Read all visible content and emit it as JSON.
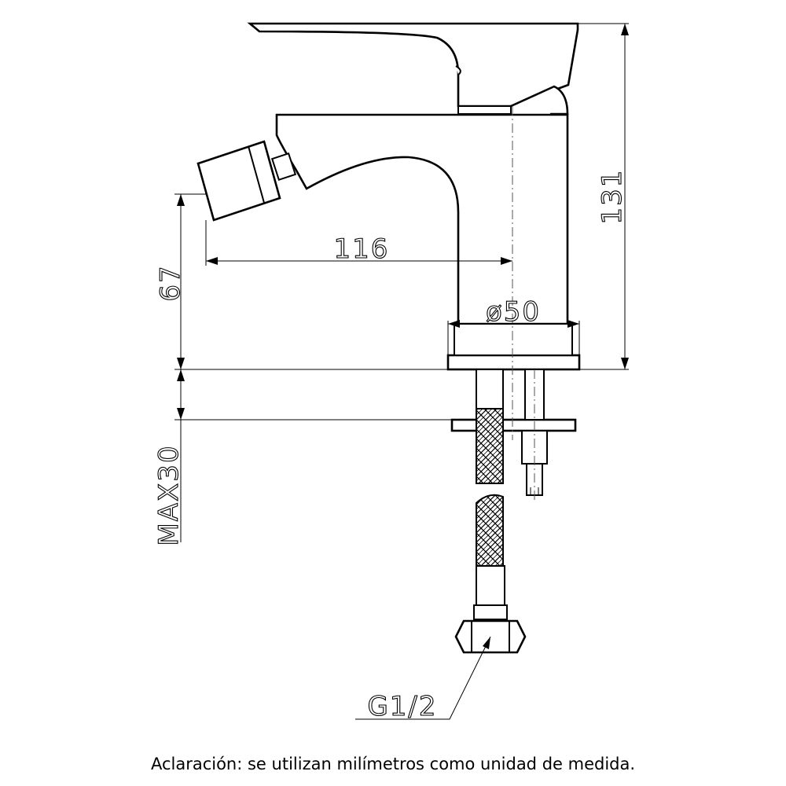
{
  "dimensions": {
    "height_total": "131",
    "spout_reach": "116",
    "spout_height": "67",
    "base_diameter": "ø50",
    "max_deck_thickness": "MAX30",
    "connection": "G1/2"
  },
  "note": "Aclaración: se utilizan milímetros como unidad de medida."
}
